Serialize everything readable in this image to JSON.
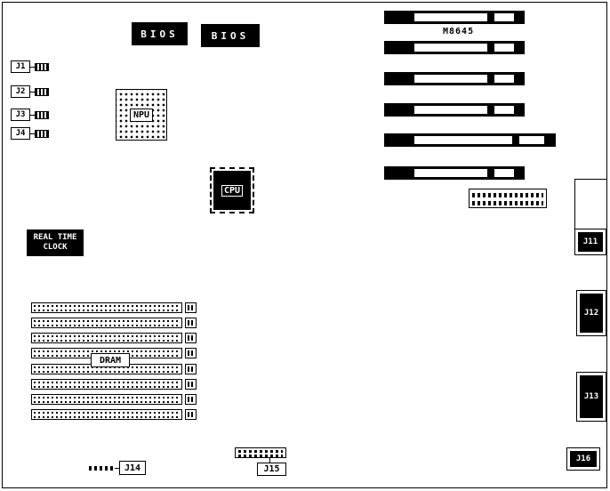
{
  "board": {
    "model": "M8645"
  },
  "chips": {
    "bios_left": "BIOS",
    "bios_right": "BIOS",
    "npu": "NPU",
    "cpu": "CPU",
    "rtc_line1": "REAL TIME",
    "rtc_line2": "CLOCK",
    "dram": "DRAM"
  },
  "connectors": {
    "j1": "J1",
    "j2": "J2",
    "j3": "J3",
    "j4": "J4",
    "j11": "J11",
    "j12": "J12",
    "j13": "J13",
    "j14": "J14",
    "j15": "J15",
    "j16": "J16"
  },
  "counts": {
    "expansion_slots": 6,
    "simm_sockets": 8
  },
  "icons": {
    "pin_grid": "black striped pin block",
    "pin_header": "dual-row black pin bar"
  }
}
